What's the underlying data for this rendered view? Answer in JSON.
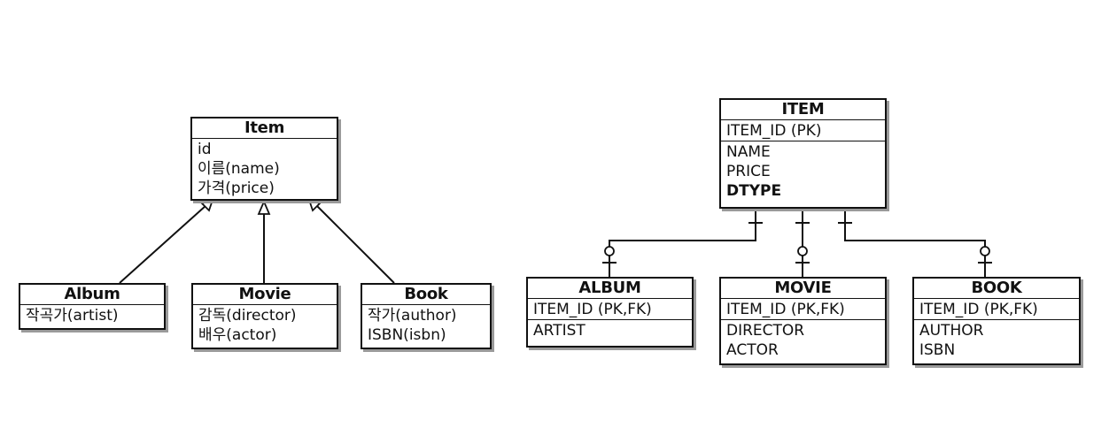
{
  "uml": {
    "item": {
      "title": "Item",
      "attrs": [
        "id",
        "이름(name)",
        "가격(price)"
      ]
    },
    "album": {
      "title": "Album",
      "attrs": [
        "작곡가(artist)"
      ]
    },
    "movie": {
      "title": "Movie",
      "attrs": [
        "감독(director)",
        "배우(actor)"
      ]
    },
    "book": {
      "title": "Book",
      "attrs": [
        "작가(author)",
        "ISBN(isbn)"
      ]
    }
  },
  "erd": {
    "item": {
      "title": "ITEM",
      "keys": [
        "ITEM_ID (PK)"
      ],
      "attrs": [
        "NAME",
        "PRICE",
        "DTYPE"
      ]
    },
    "album": {
      "title": "ALBUM",
      "keys": [
        "ITEM_ID (PK,FK)"
      ],
      "attrs": [
        "ARTIST"
      ]
    },
    "movie": {
      "title": "MOVIE",
      "keys": [
        "ITEM_ID (PK,FK)"
      ],
      "attrs": [
        "DIRECTOR",
        "ACTOR"
      ]
    },
    "book": {
      "title": "BOOK",
      "keys": [
        "ITEM_ID (PK,FK)"
      ],
      "attrs": [
        "AUTHOR",
        "ISBN"
      ]
    }
  }
}
